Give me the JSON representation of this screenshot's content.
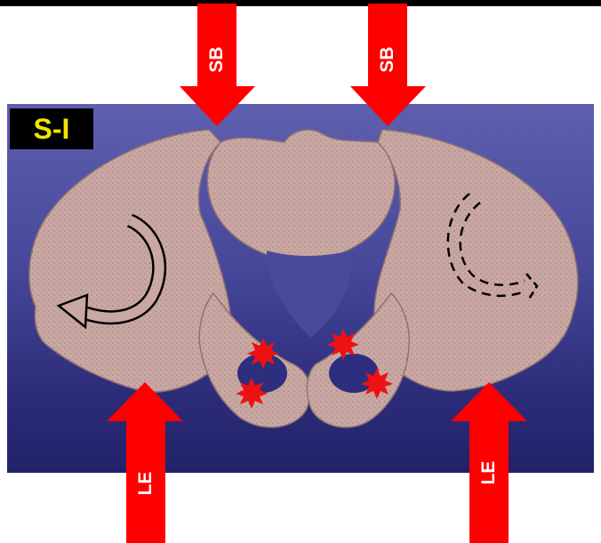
{
  "view_label": "S-I",
  "arrows": {
    "top_left_label": "SB",
    "top_right_label": "SB",
    "bottom_left_label": "LE",
    "bottom_right_label": "LE"
  },
  "colors": {
    "arrow": "#ff0000",
    "bone": "#c9a7a3",
    "label_bg": "#000000",
    "label_text": "#f2e400",
    "starburst": "#ee1111"
  },
  "annotations": {
    "left_rotation": "solid-curved-arrow-icon",
    "right_rotation": "dashed-curved-arrow-icon",
    "stress_points": "starburst-icon"
  }
}
